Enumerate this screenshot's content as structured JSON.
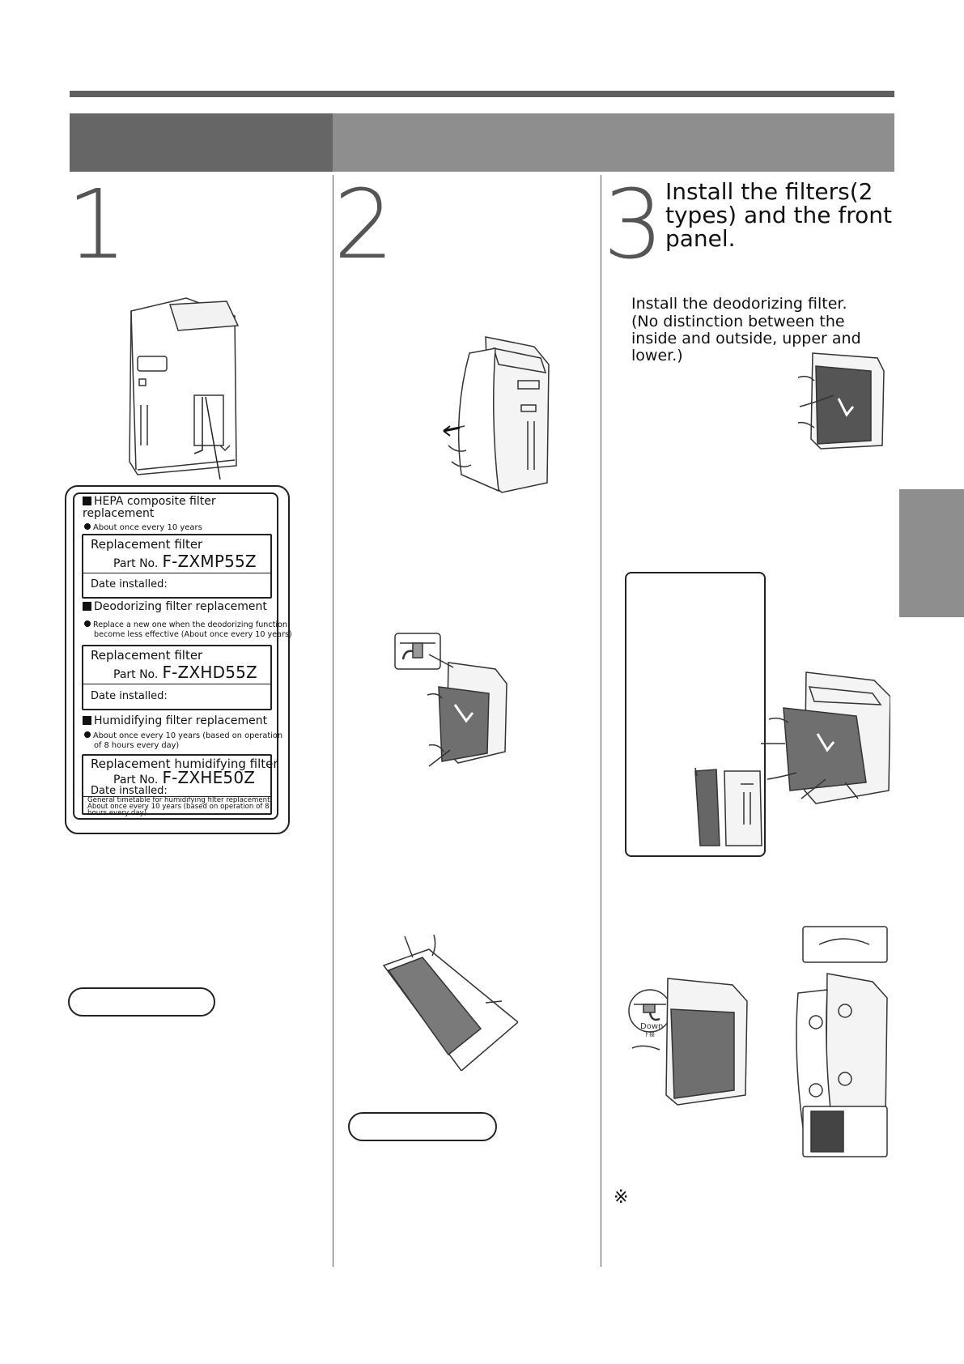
{
  "steps": [
    {
      "number": "1"
    },
    {
      "number": "2"
    },
    {
      "number": "3",
      "title": "Install the filters(2 types) and the front panel."
    }
  ],
  "step3": {
    "deodorizing_title": "Install the deodorizing filter.",
    "deodorizing_note": "(No distinction between the inside and outside, upper and lower.)",
    "marker_down_en": "Down",
    "marker_down_jp": "下接",
    "note_symbol": "※"
  },
  "label": {
    "hepa": {
      "heading": "HEPA composite filter replacement",
      "frequency": "About once every 10 years",
      "box_title": "Replacement filter",
      "part_no_label": "Part No.",
      "part_no": "F-ZXMP55Z",
      "date_installed": "Date installed:"
    },
    "deodorizing": {
      "heading": "Deodorizing filter replacement",
      "frequency_line1": "Replace a new one when the deodorizing function",
      "frequency_line2": "become less effective (About once every 10 years)",
      "box_title": "Replacement filter",
      "part_no_label": "Part No.",
      "part_no": "F-ZXHD55Z",
      "date_installed": "Date installed:"
    },
    "humidifying": {
      "heading": "Humidifying filter replacement",
      "frequency_line1": "About once every 10 years (based on operation",
      "frequency_line2": "of 8 hours every day)",
      "box_title": "Replacement humidifying filter",
      "part_no_label": "Part No.",
      "part_no": "F-ZXHE50Z",
      "date_installed": "Date installed:",
      "timetable_line1": "General timetable for humidifying filter replacement",
      "timetable_line2": "About once every 10 years (based on operation of 8",
      "timetable_line3": "hours every day)"
    }
  },
  "colors": {
    "header_dark": "#666666",
    "header_light": "#8e8e8e",
    "rule": "#5f5f5f"
  }
}
